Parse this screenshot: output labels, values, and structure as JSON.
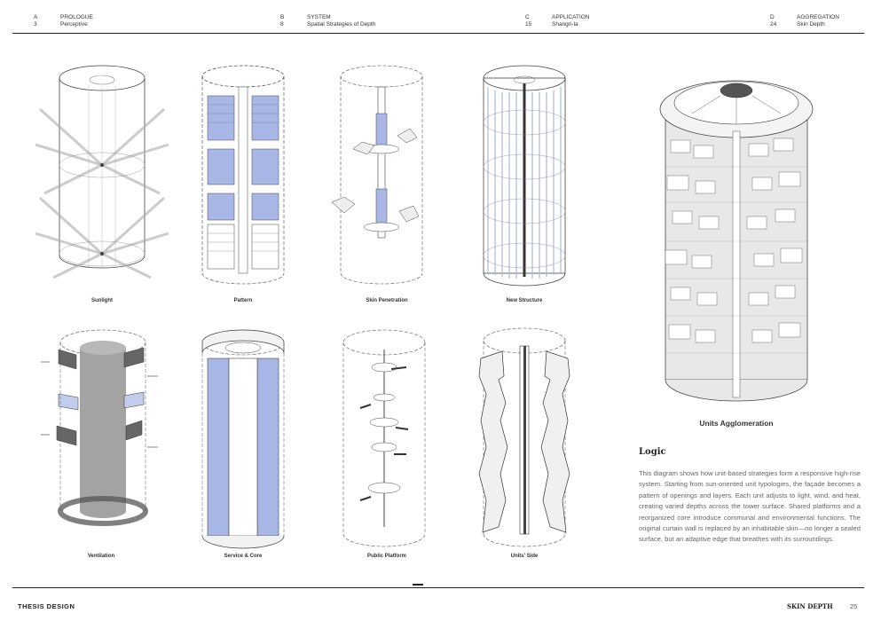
{
  "header": {
    "sections": [
      {
        "letter": "A",
        "page": "3",
        "title": "PROLOGUE",
        "subtitle": "Perceptive"
      },
      {
        "letter": "B",
        "page": "8",
        "title": "SYSTEM",
        "subtitle": "Spatial Strategies of Depth"
      },
      {
        "letter": "C",
        "page": "15",
        "title": "APPLICATION",
        "subtitle": "Shangri-la"
      },
      {
        "letter": "D",
        "page": "24",
        "title": "AGGREGATION",
        "subtitle": "Skin Depth"
      }
    ]
  },
  "diagrams": {
    "top_row": [
      "Sunlight",
      "Pattern",
      "Skin Penetration",
      "New Structure"
    ],
    "bottom_row": [
      "Ventilation",
      "Service & Core",
      "Public Platform",
      "Units' Side"
    ],
    "feature": "Units Agglomeration"
  },
  "logic": {
    "title": "Logic",
    "body": "This diagram shows how unit-based strategies form a responsive high-rise system. Starting from sun-oriented unit typologies, the façade becomes a pattern of openings and layers. Each unit adjusts to light, wind, and heat, creating varied depths across the tower surface. Shared platforms and a reorganized core introduce communal and environmental functions. The original curtain wall is replaced by an inhabitable skin—no longer a sealed surface, but an adaptive edge that breathes with its surroundings."
  },
  "footer": {
    "left": "THESIS DESIGN",
    "right": "SKIN DEPTH",
    "page": "25"
  },
  "colors": {
    "accent_blue": "#a9b7e6",
    "grey": "#9a9a9a",
    "line": "#444444"
  }
}
